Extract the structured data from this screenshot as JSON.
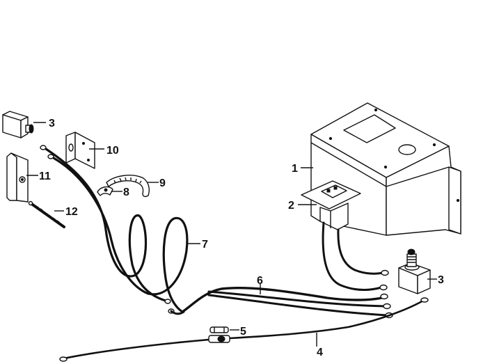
{
  "diagram": {
    "callouts": {
      "c1": "1",
      "c2": "2",
      "c3a": "3",
      "c3b": "3",
      "c4": "4",
      "c5": "5",
      "c6": "6",
      "c7": "7",
      "c8": "8",
      "c9": "9",
      "c10": "10",
      "c11": "11",
      "c12": "12"
    }
  }
}
